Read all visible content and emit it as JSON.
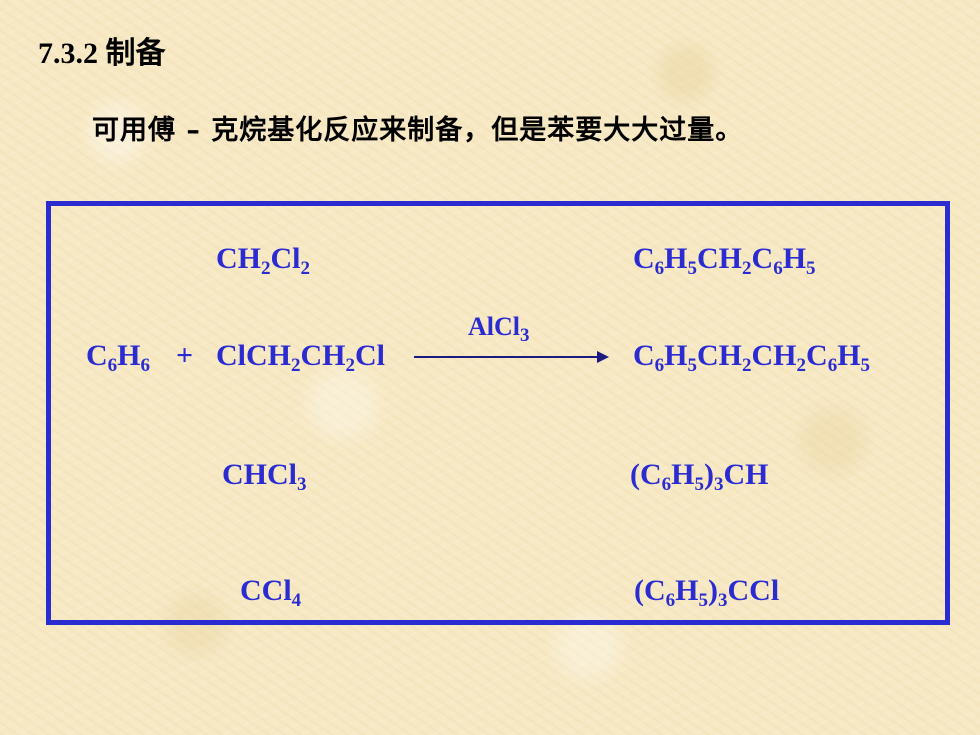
{
  "heading": "7.3.2 制备",
  "subtitle": "可用傅 – 克烷基化反应来制备，但是苯要大大过量。",
  "reaction": {
    "reactant": "C6H6",
    "plus": "+",
    "reagent": "ClCH2CH2Cl",
    "catalyst": "AlCl3",
    "product": "C6H5CH2CH2C6H5"
  },
  "alternatives": [
    {
      "reagent": "CH2Cl2",
      "product": "C6H5CH2C6H5"
    },
    {
      "reagent": "CHCl3",
      "product": "(C6H5)3CH"
    },
    {
      "reagent": "CCl4",
      "product": "(C6H5)3CCl"
    }
  ],
  "colors": {
    "formula": "#2b2bd2",
    "frame": "#2b2bd2",
    "arrow": "#1a1a80"
  }
}
